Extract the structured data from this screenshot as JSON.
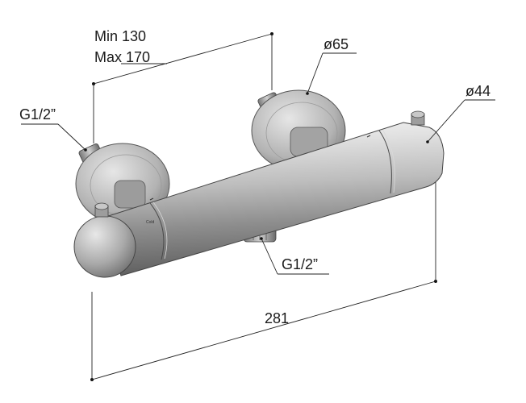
{
  "labels": {
    "center_distance_min": "Min 130",
    "center_distance_max": "Max 170",
    "wall_connection_left": "G1/2”",
    "escutcheon_diameter": "ø65",
    "body_diameter": "ø44",
    "outlet_connection": "G1/2”",
    "overall_length": "281",
    "handle_marking": "Cold"
  }
}
